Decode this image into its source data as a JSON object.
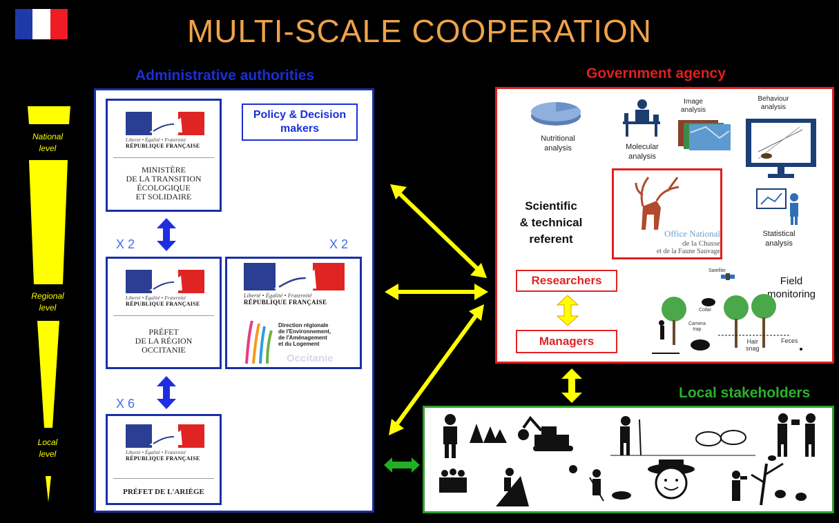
{
  "header": {
    "title": "MULTI-SCALE COOPERATION",
    "flag_colors": [
      "#1f3aa8",
      "#ffffff",
      "#ee1c25"
    ]
  },
  "scale": {
    "national": [
      "National",
      "level"
    ],
    "regional": [
      "Regional",
      "level"
    ],
    "local": [
      "Local",
      "level"
    ]
  },
  "admin": {
    "title": "Administrative authorities",
    "title_color": "#1a2fd8",
    "policy_label": "Policy & Decision makers",
    "rf": {
      "motto": "Liberté • Égalité • Fraternité",
      "name": "RÉPUBLIQUE FRANÇAISE"
    },
    "ministry": [
      "MINISTÈRE",
      "DE LA TRANSITION",
      "ÉCOLOGIQUE",
      "ET SOLIDAIRE"
    ],
    "prefet_region": [
      "PRÉFET",
      "DE LA RÉGION",
      "OCCITANIE"
    ],
    "dreal": [
      "Direction régionale",
      "de l'Environnement,",
      "de l'Aménagement",
      "et du Logement"
    ],
    "dreal_region": "Occitanie",
    "prefet_ariege": "PRÉFET DE L'ARIÈGE",
    "multipliers": {
      "region": "X 2",
      "dreal": "X 2",
      "department": "X 6"
    }
  },
  "agency": {
    "title": "Government agency",
    "title_color": "#e01f1f",
    "nutritional": [
      "Nutritional",
      "analysis"
    ],
    "molecular": [
      "Molecular",
      "analysis"
    ],
    "image": [
      "Image",
      "analysis"
    ],
    "behaviour": [
      "Behaviour",
      "analysis"
    ],
    "statistical": [
      "Statistical",
      "analysis"
    ],
    "referent": [
      "Scientific",
      "& technical",
      "referent"
    ],
    "oncfs": [
      "Office National",
      "de la Chasse",
      "et de la Faune Sauvage"
    ],
    "researchers": "Researchers",
    "managers": "Managers",
    "field": [
      "Field",
      "monitoring"
    ],
    "satellite": "Satellite",
    "collar": "Collar",
    "camera_trap": [
      "Camera",
      "trap"
    ],
    "hair_snag": [
      "Hair",
      "snag"
    ],
    "feces": "Feces"
  },
  "stakeholders": {
    "title": "Local stakeholders",
    "title_color": "#2cb12c"
  }
}
